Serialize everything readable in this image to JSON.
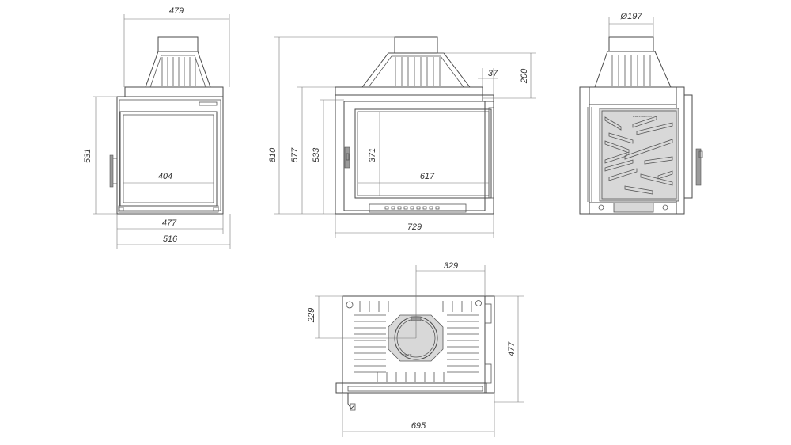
{
  "dimensions": {
    "front_top_width": "479",
    "front_height": "531",
    "front_glass_width": "404",
    "front_inner_width": "477",
    "front_overall_width": "516",
    "side_total_height": "810",
    "side_body_height": "577",
    "side_inner_height": "533",
    "side_glass_height": "371",
    "side_flange": "37",
    "side_top_height": "200",
    "side_glass_width": "617",
    "side_overall_width": "729",
    "rear_flue_diameter": "Ø197",
    "top_offset_x": "329",
    "top_offset_y": "229",
    "top_depth": "477",
    "top_width": "695"
  },
  "plate_labels": {
    "rear_plate": "www.kratki.com",
    "top_plate": "KRATKI"
  }
}
